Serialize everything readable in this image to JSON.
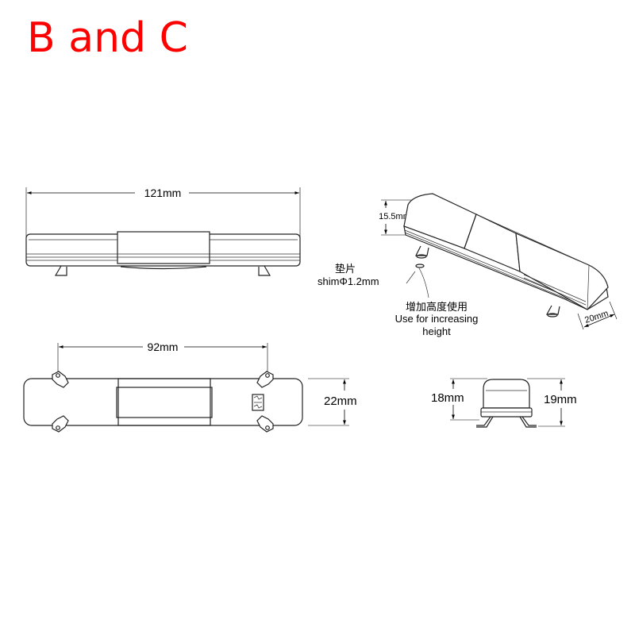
{
  "title": "B and C",
  "dimensions": {
    "length": "121mm",
    "mount_spacing": "92mm",
    "width": "22mm",
    "height_iso": "15.5mm",
    "depth_iso": "20mm",
    "height_body": "18mm",
    "height_total": "19mm"
  },
  "notes": {
    "shim_cn": "垫片",
    "shim_en": "shimΦ1.2mm",
    "use_cn": "增加高度使用",
    "use_en_1": "Use for increasing",
    "use_en_2": "height"
  },
  "colors": {
    "title": "#ff0000",
    "line": "#222222"
  }
}
